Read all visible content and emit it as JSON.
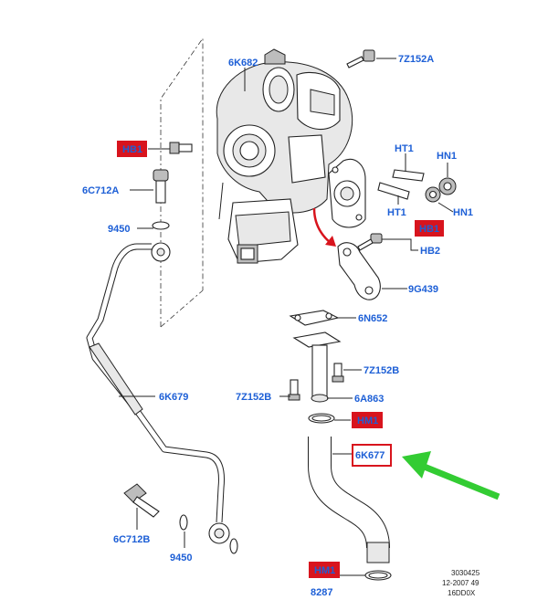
{
  "colors": {
    "label": "#1d5fd6",
    "highlight_fill": "#d8141d",
    "highlight_outline": "#d8141d",
    "arrow_green": "#33cc33",
    "arrow_red": "#d8141d"
  },
  "labels": {
    "6K682": "6K682",
    "7Z152A": "7Z152A",
    "HB1_left": "HB1",
    "HT1_top": "HT1",
    "HN1_top": "HN1",
    "HT1_bottom": "HT1",
    "HN1_bottom": "HN1",
    "6C712A": "6C712A",
    "9450_top": "9450",
    "HB1_right": "HB1",
    "HB2": "HB2",
    "9G439": "9G439",
    "6N652": "6N652",
    "7Z152B_right": "7Z152B",
    "7Z152B_left": "7Z152B",
    "6A863": "6A863",
    "6K679": "6K679",
    "HM1_top": "HM1",
    "6K677": "6K677",
    "6C712B": "6C712B",
    "9450_bottom": "9450",
    "HM1_bottom": "HM1",
    "8287": "8287"
  },
  "reference": {
    "line1": "3030425",
    "line2": "12-2007 49",
    "line3": "16DD0X"
  }
}
